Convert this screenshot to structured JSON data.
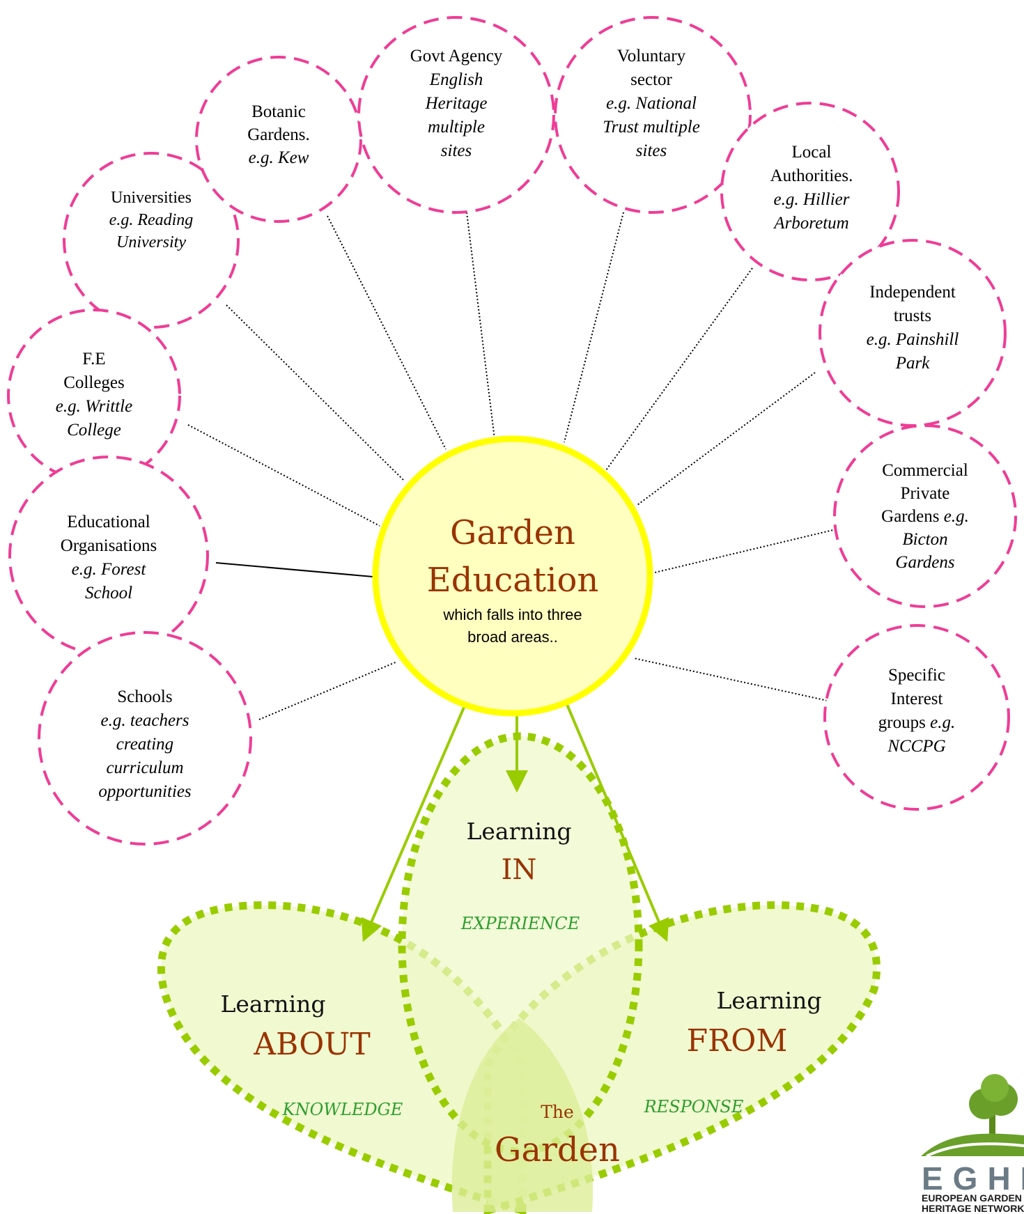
{
  "center": {
    "title_line1": "Garden",
    "title_line2": "Education",
    "subtitle_line1": "which falls into three",
    "subtitle_line2": "broad areas..",
    "fill_color": "#ffffc0",
    "ring_color": "#ffff00"
  },
  "providers": [
    {
      "id": "universities",
      "lines": [
        [
          "Universities"
        ],
        [
          "e.g. Reading",
          "i"
        ],
        [
          "University",
          "i"
        ]
      ]
    },
    {
      "id": "botanic",
      "lines": [
        [
          "Botanic"
        ],
        [
          "Gardens."
        ],
        [
          "e.g. Kew",
          "i"
        ]
      ]
    },
    {
      "id": "govt",
      "lines": [
        [
          "Govt Agency"
        ],
        [
          "English",
          "i"
        ],
        [
          "Heritage",
          "i"
        ],
        [
          "multiple",
          "i"
        ],
        [
          "sites",
          "i"
        ]
      ]
    },
    {
      "id": "voluntary",
      "lines": [
        [
          "Voluntary"
        ],
        [
          "sector"
        ],
        [
          "e.g. National",
          "i"
        ],
        [
          "Trust multiple",
          "i"
        ],
        [
          "sites",
          "i"
        ]
      ]
    },
    {
      "id": "local",
      "lines": [
        [
          "Local"
        ],
        [
          "Authorities."
        ],
        [
          "e.g. Hillier",
          "i"
        ],
        [
          "Arboretum",
          "i"
        ]
      ]
    },
    {
      "id": "fe",
      "lines": [
        [
          "F.E"
        ],
        [
          "Colleges"
        ],
        [
          "e.g. Writtle",
          "i"
        ],
        [
          "College",
          "i"
        ]
      ]
    },
    {
      "id": "independent",
      "lines": [
        [
          "Independent"
        ],
        [
          "trusts"
        ],
        [
          "e.g. Painshill",
          "i"
        ],
        [
          "Park",
          "i"
        ]
      ]
    },
    {
      "id": "educational",
      "lines": [
        [
          "Educational"
        ],
        [
          "Organisations"
        ],
        [
          "e.g. Forest",
          "i"
        ],
        [
          "School",
          "i"
        ]
      ]
    },
    {
      "id": "commercial",
      "lines": [
        [
          "Commercial"
        ],
        [
          "Private"
        ],
        [
          "Gardens e.g.",
          "m"
        ],
        [
          "Bicton",
          "i"
        ],
        [
          "Gardens",
          "i"
        ]
      ]
    },
    {
      "id": "schools",
      "lines": [
        [
          "Schools"
        ],
        [
          "e.g. teachers",
          "i"
        ],
        [
          "creating",
          "i"
        ],
        [
          "curriculum",
          "i"
        ],
        [
          "opportunities",
          "i"
        ]
      ]
    },
    {
      "id": "specific",
      "lines": [
        [
          "Specific"
        ],
        [
          "Interest"
        ],
        [
          "groups e.g.",
          "m"
        ],
        [
          "NCCPG",
          "i"
        ]
      ]
    }
  ],
  "learning": {
    "in": {
      "word": "Learning",
      "key": "IN",
      "aspect": "EXPERIENCE"
    },
    "about": {
      "word": "Learning",
      "key": "ABOUT",
      "aspect": "KNOWLEDGE"
    },
    "from": {
      "word": "Learning",
      "key": "FROM",
      "aspect": "RESPONSE"
    }
  },
  "garden": {
    "the": "The",
    "word": "Garden"
  },
  "logo": {
    "letters": "EGHN",
    "line1": "EUROPEAN GARDEN",
    "line2": "HERITAGE NETWORK"
  },
  "colors": {
    "bubble_border": "#ee3d96",
    "petal_border": "#99cc00",
    "petal_fill": "#eef8c8",
    "arrow": "#99cc00",
    "accent_text": "#993300",
    "aspect_text": "#2e9e2e"
  }
}
